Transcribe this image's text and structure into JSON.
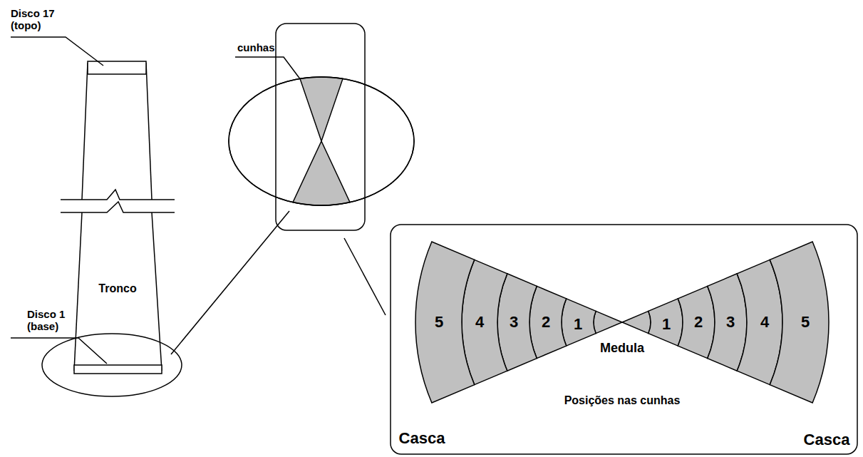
{
  "diagram": {
    "labels": [
      "Disco 17 (topo)",
      "cunhas",
      "Tronco",
      "Disco 1 (base)",
      "5",
      "4",
      "3",
      "2",
      "1",
      "Medula",
      "1",
      "2",
      "3",
      "4",
      "5",
      "Posições nas cunhas",
      "Casca",
      "Casca"
    ]
  }
}
